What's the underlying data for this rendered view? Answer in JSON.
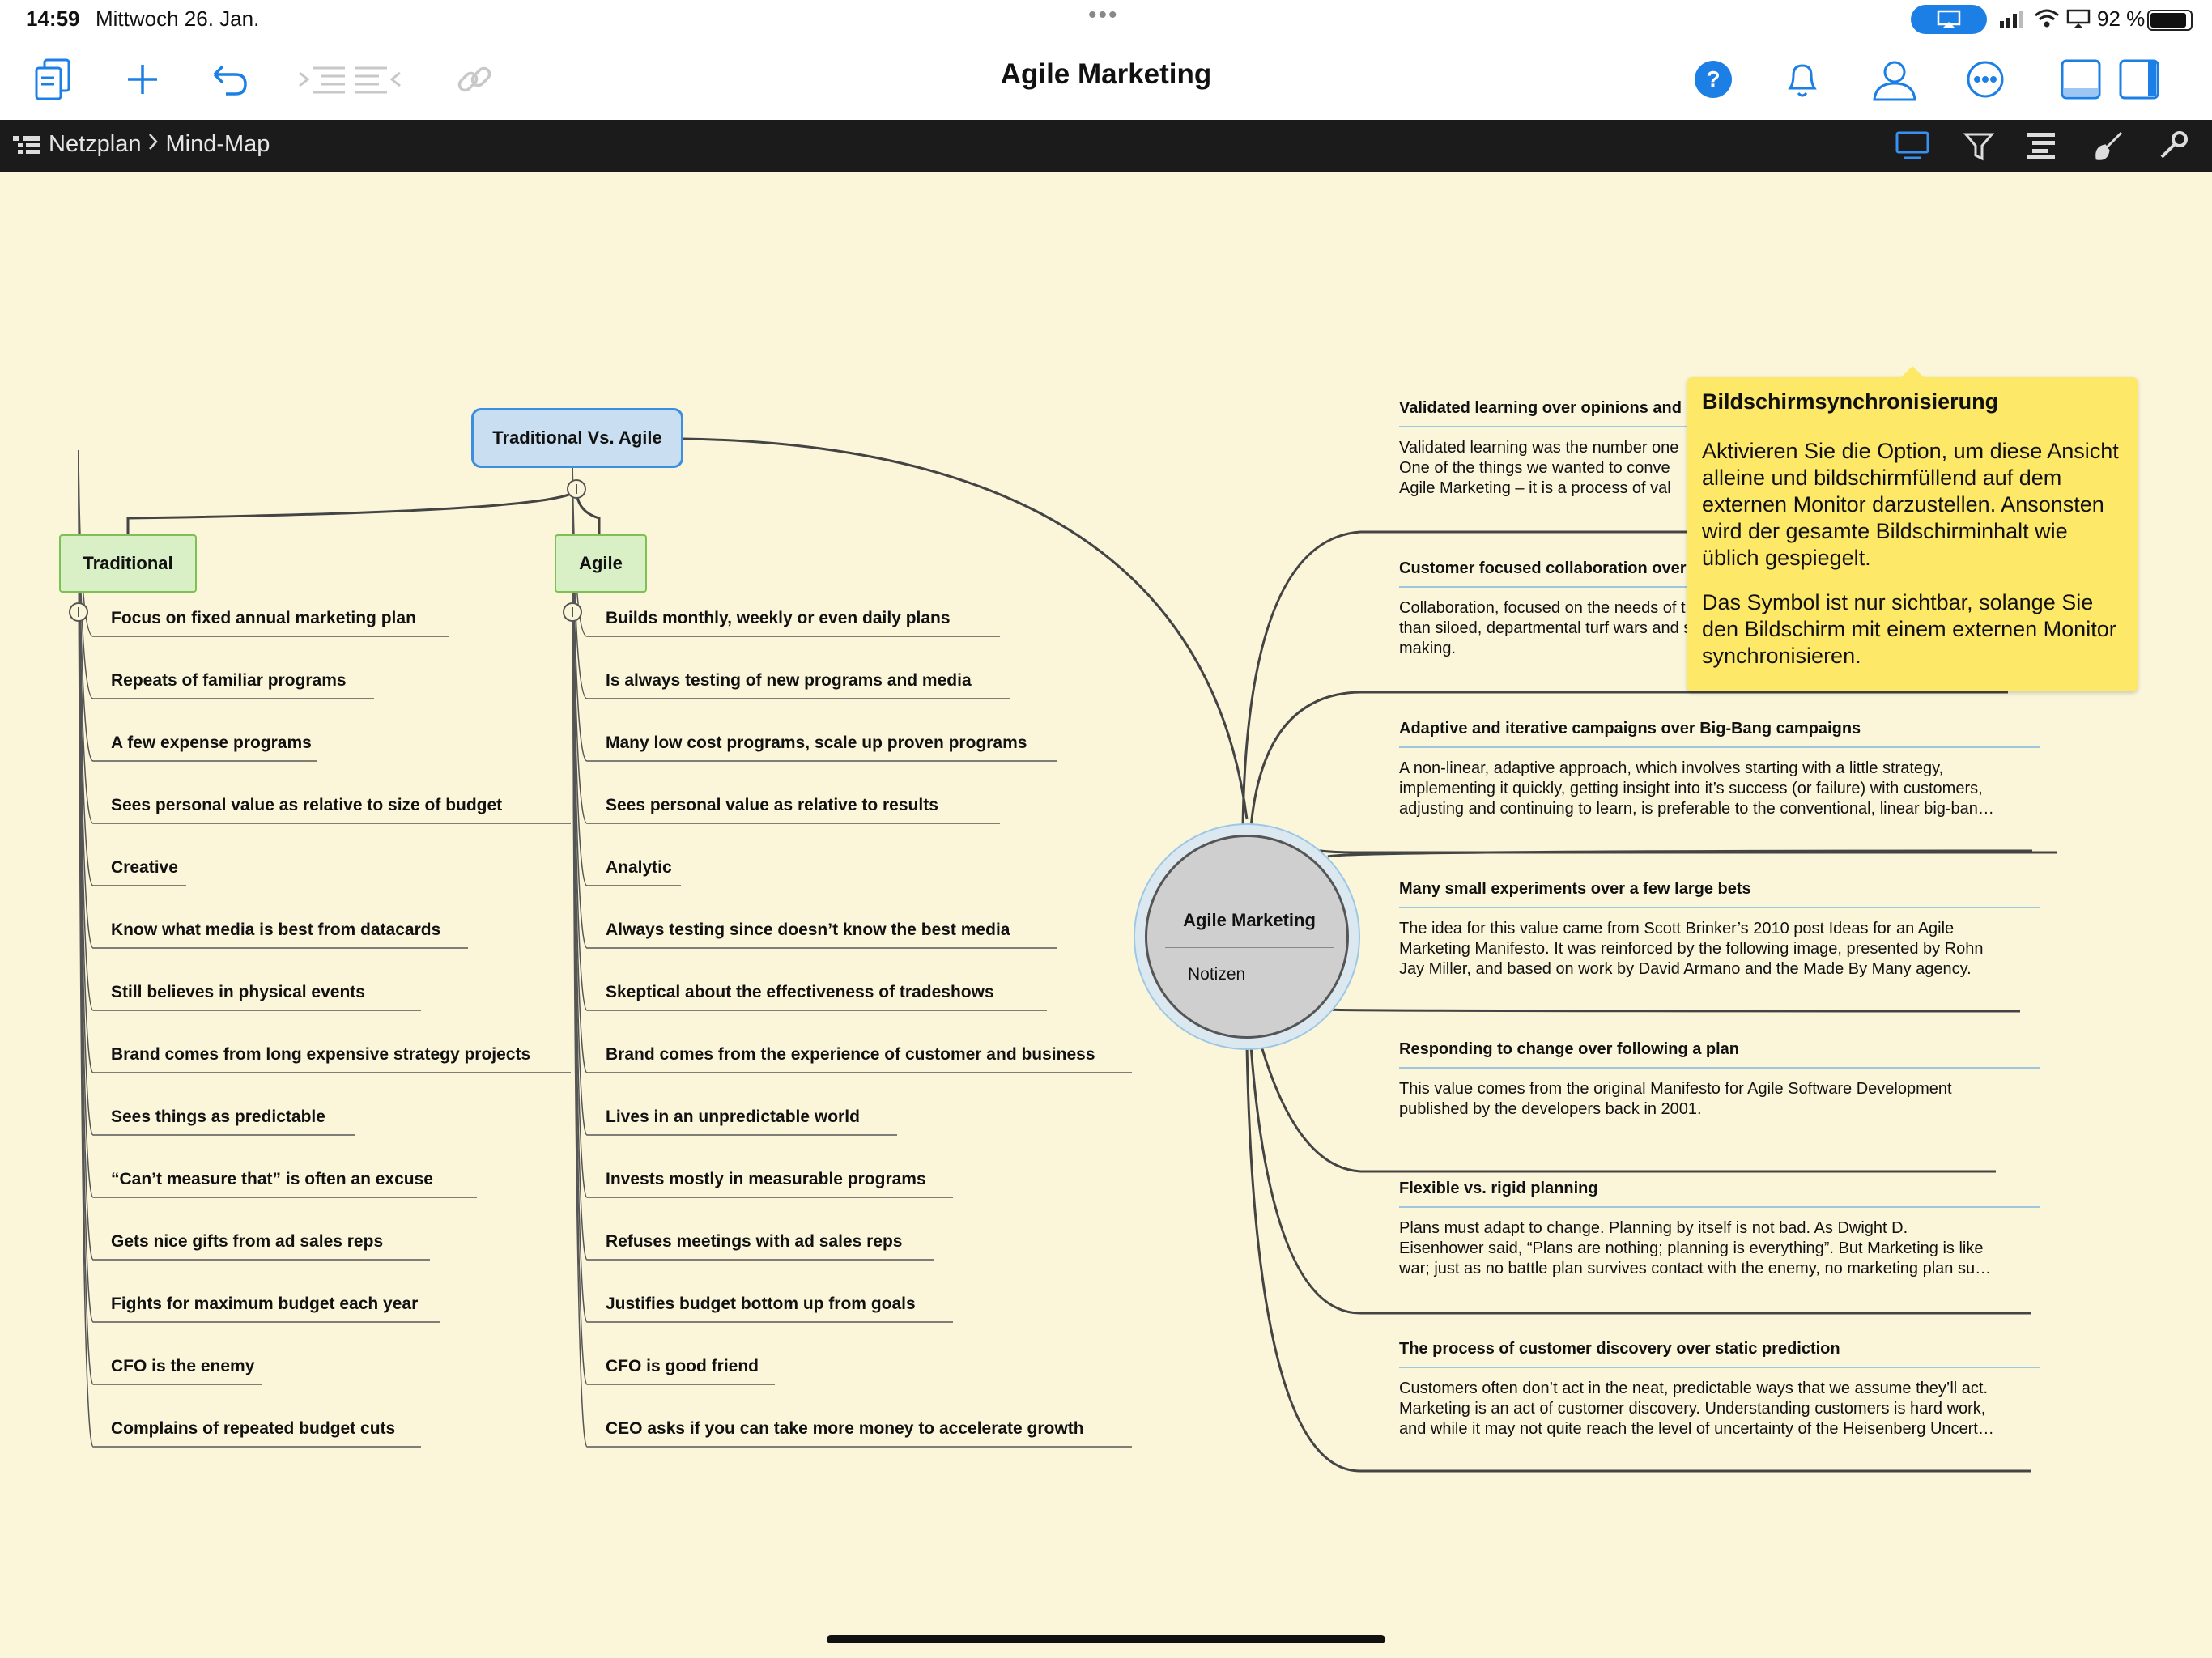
{
  "status_bar": {
    "time": "14:59",
    "date": "Mittwoch 26. Jan.",
    "battery": "92 %"
  },
  "toolbar": {
    "title": "Agile Marketing",
    "icons": [
      "documents-icon",
      "plus-icon",
      "undo-icon",
      "outdent-icon",
      "indent-icon",
      "link-icon",
      "help-icon",
      "bell-icon",
      "user-icon",
      "more-icon",
      "panel-bottom-icon",
      "panel-right-icon"
    ]
  },
  "breadcrumb": {
    "items": [
      "Netzplan",
      "Mind-Map"
    ],
    "right_icons": [
      "screen-sync-icon",
      "filter-icon",
      "outline-icon",
      "brush-icon",
      "wrench-icon"
    ]
  },
  "mindmap": {
    "root": "Traditional Vs. Agile",
    "traditional": {
      "label": "Traditional",
      "items": [
        "Focus on fixed annual marketing plan",
        "Repeats of familiar programs",
        "A few expense programs",
        "Sees personal value as relative to size of budget",
        "Creative",
        "Know what media is best from datacards",
        "Still believes in physical events",
        "Brand comes from long expensive strategy projects",
        "Sees things as predictable",
        "“Can’t measure that” is often an excuse",
        "Gets nice gifts from ad sales reps",
        "Fights for maximum budget each year",
        "CFO is the enemy",
        "Complains of repeated budget cuts"
      ]
    },
    "agile": {
      "label": "Agile",
      "items": [
        "Builds monthly, weekly or even daily plans",
        "Is always testing of new programs and media",
        "Many low cost programs, scale up proven programs",
        "Sees personal value as relative to results",
        "Analytic",
        "Always testing since doesn’t know the best media",
        "Skeptical about the effectiveness of tradeshows",
        "Brand comes from the experience of customer and business",
        "Lives in an unpredictable world",
        "Invests mostly in measurable programs",
        "Refuses meetings with ad sales reps",
        "Justifies budget bottom up from goals",
        "CFO is good friend",
        "CEO asks if you can take more money to accelerate growth"
      ]
    },
    "center": {
      "title": "Agile Marketing",
      "notes": "Notizen"
    },
    "values": [
      {
        "title": "Validated learning over opinions and",
        "lines": [
          "Validated learning was the number one",
          "One of the things we wanted to conve",
          "Agile Marketing – it is a process of val"
        ]
      },
      {
        "title": "Customer focused collaboration over silos and hierarchy",
        "lines": [
          "Collaboration, focused on the needs of the customer, produces better marketing",
          "than siloed, departmental turf wars and strict adherence to hierarchical decision",
          "making."
        ]
      },
      {
        "title": "Adaptive and iterative campaigns over Big-Bang campaigns",
        "lines": [
          "A non-linear, adaptive approach, which involves starting with a little strategy,",
          "implementing it quickly, getting insight into it’s success (or failure) with customers,",
          "adjusting and continuing to learn, is preferable to the conventional, linear big-ban…"
        ]
      },
      {
        "title": "Many small experiments over a few large bets",
        "lines": [
          "The idea for this value came from Scott Brinker’s 2010 post Ideas for an Agile",
          "Marketing Manifesto. It was reinforced by the following image, presented by Rohn",
          "Jay Miller, and based on work by David Armano and the Made By Many agency."
        ]
      },
      {
        "title": "Responding to change over following a plan",
        "lines": [
          "This value comes from the original Manifesto for Agile Software Development",
          "published by the developers back in 2001."
        ]
      },
      {
        "title": "Flexible vs. rigid planning",
        "lines": [
          "Plans must adapt to change. Planning by itself is not bad. As Dwight D.",
          "Eisenhower said, “Plans are nothing; planning is everything”. But Marketing is like",
          "war; just as no battle plan survives contact with the enemy, no marketing plan su…"
        ]
      },
      {
        "title": "The process of customer discovery over static prediction",
        "lines": [
          "Customers often don’t act in the neat, predictable ways that we assume they’ll act.",
          "Marketing is an act of customer discovery. Understanding customers is hard work,",
          "and while it may not quite reach the level of uncertainty of the Heisenberg Uncert…"
        ]
      }
    ]
  },
  "tooltip": {
    "title": "Bildschirmsynchronisierung",
    "body1": "Aktivieren Sie die Option, um diese Ansicht alleine und bildschirmfüllend auf dem externen Monitor darzustellen. Ansonsten wird der gesamte Bildschirminhalt wie üblich gespiegelt.",
    "body2": "Das Symbol ist nur sichtbar, solange Sie den Bildschirm mit einem externen Monitor synchronisieren."
  }
}
